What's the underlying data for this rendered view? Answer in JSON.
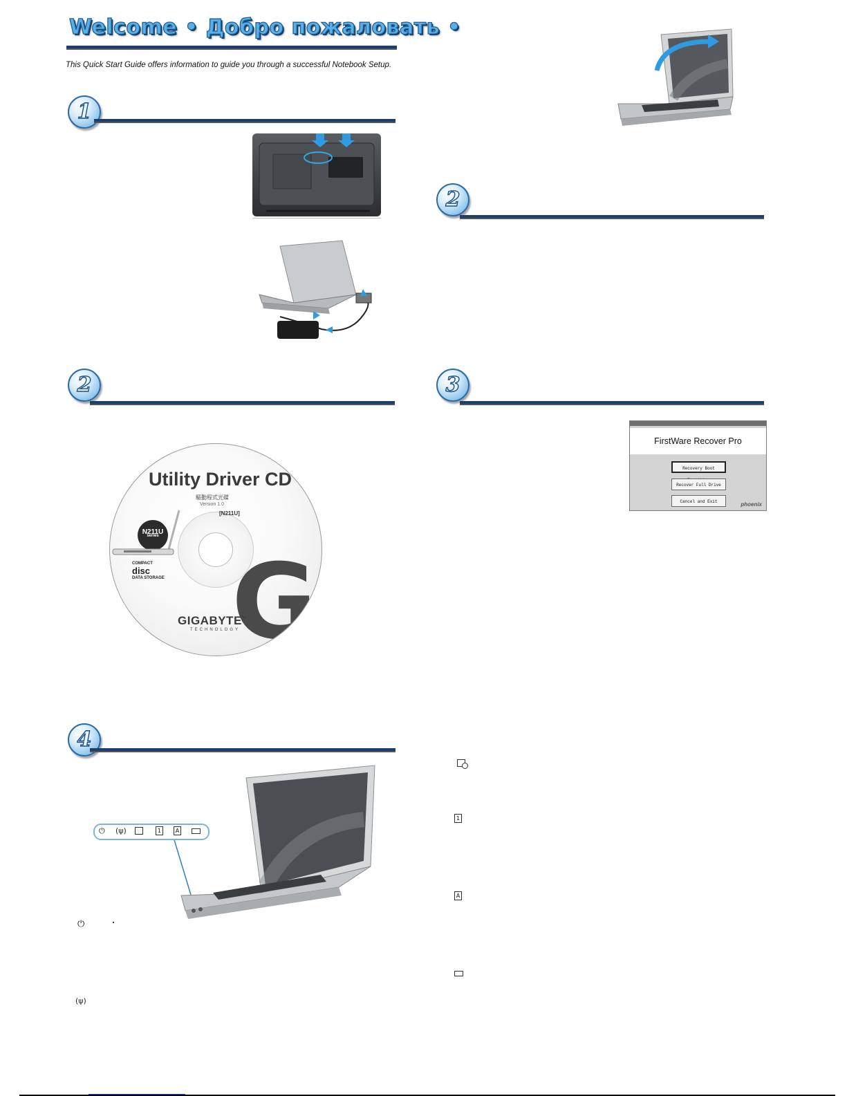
{
  "header": {
    "title": "Welcome • Добро пожаловать •",
    "intro": "This Quick Start Guide offers information to guide you through a successful Notebook Setup."
  },
  "steps": {
    "s1": "1",
    "s2_right": "2",
    "s2_left": "2",
    "s3": "3",
    "s4": "4"
  },
  "cd": {
    "title": "Utility Driver CD",
    "subtitle": "驅動程式光碟",
    "version": "Version 1.0",
    "model": "[N211U]",
    "badge": "N211U",
    "badge_sub": "series",
    "brand": "GIGABYTE",
    "brand_tm": "™",
    "brand_sub": "TECHNOLOGY",
    "disc_logo_line1": "COMPACT",
    "disc_logo_line2": "disc",
    "disc_logo_line3": "DATA STORAGE",
    "letter": "G"
  },
  "recover_screen": {
    "title": "FirstWare Recover Pro",
    "buttons": [
      "Recovery Boot Partition",
      "Recover Full Drive",
      "Cancel and Exit"
    ],
    "brand": "phoenix"
  },
  "icons": {
    "led_strip": [
      "power-icon",
      "wireless-icon",
      "hdd-icon",
      "num-lock-icon",
      "caps-lock-icon",
      "battery-icon"
    ],
    "num_glyph": "1",
    "caps_glyph": "A"
  }
}
